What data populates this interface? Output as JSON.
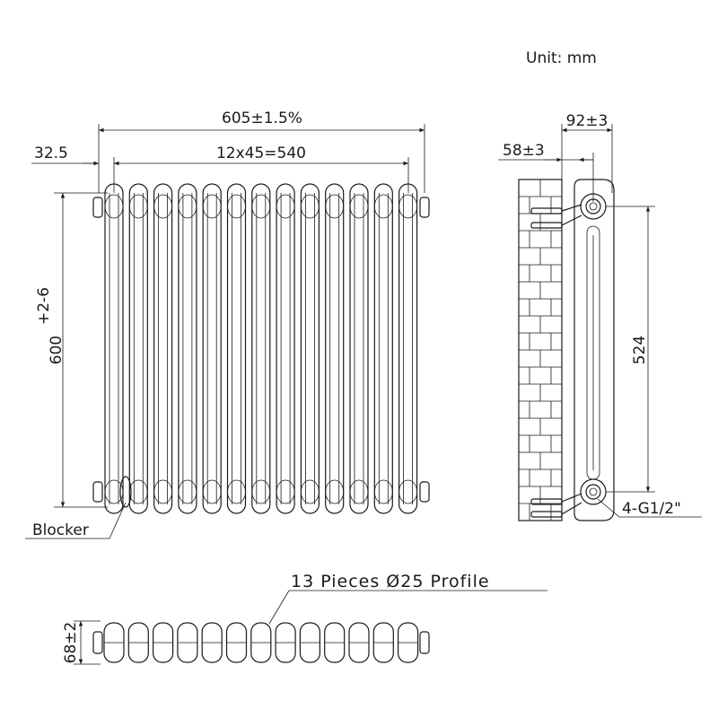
{
  "unit_label": "Unit: mm",
  "dims": {
    "overall_width": "605±1.5%",
    "centers": "12x45=540",
    "offset": "32.5",
    "height": "600",
    "height_tol": "+2-6",
    "depth": "92±3",
    "wall_gap": "58±3",
    "pipe_centers": "524",
    "connections": "4-G1/2\"",
    "profile_depth": "68±2"
  },
  "labels": {
    "blocker": "Blocker",
    "profile": "13 Pieces Ø25 Profile"
  },
  "radiator": {
    "sections": 13
  }
}
